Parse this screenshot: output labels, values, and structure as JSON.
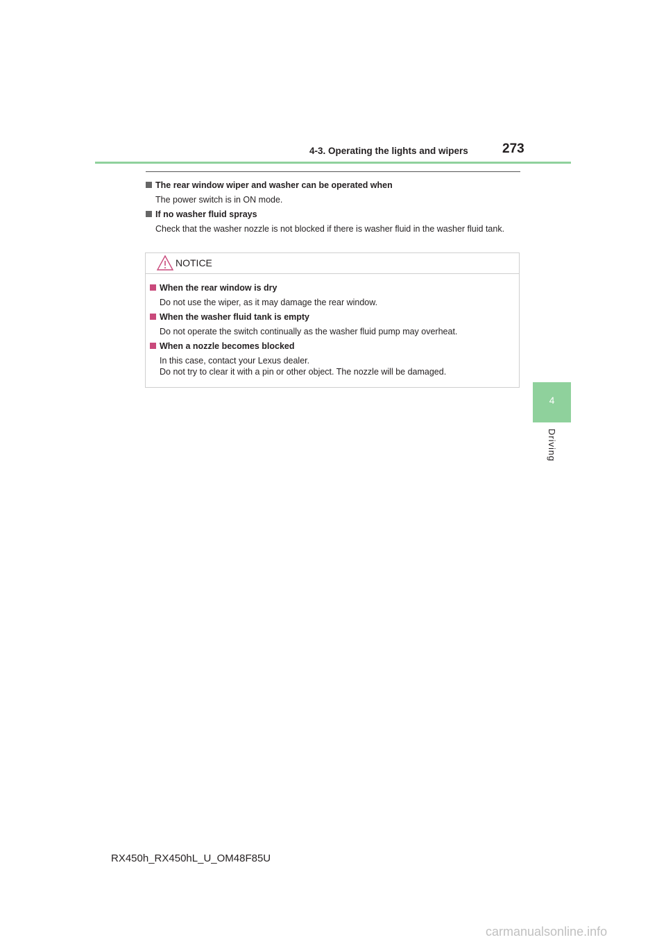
{
  "header": {
    "section_title": "4-3. Operating the lights and wipers",
    "page_number": "273"
  },
  "sections": [
    {
      "heading": "The rear window wiper and washer can be operated when",
      "body": "The power switch is in ON mode."
    },
    {
      "heading": "If no washer fluid sprays",
      "body": "Check that the washer nozzle is not blocked if there is washer fluid in the washer fluid tank."
    }
  ],
  "notice": {
    "title": "NOTICE",
    "icon": "warning-triangle-icon",
    "items": [
      {
        "heading": "When the rear window is dry",
        "lines": [
          "Do not use the wiper, as it may damage the rear window."
        ]
      },
      {
        "heading": "When the washer fluid tank is empty",
        "lines": [
          "Do not operate the switch continually as the washer fluid pump may overheat."
        ]
      },
      {
        "heading": "When a nozzle becomes blocked",
        "lines": [
          "In this case, contact your Lexus dealer.",
          "Do not try to clear it with a pin or other object. The nozzle will be damaged."
        ]
      }
    ]
  },
  "side_tab": {
    "number": "4",
    "label": "Driving"
  },
  "footer": {
    "code": "RX450h_RX450hL_U_OM48F85U"
  },
  "watermark": "carmanualsonline.info",
  "colors": {
    "accent_green": "#8fd19c",
    "heading_square": "#666666",
    "notice_square": "#c9497b",
    "text": "#231f20"
  }
}
